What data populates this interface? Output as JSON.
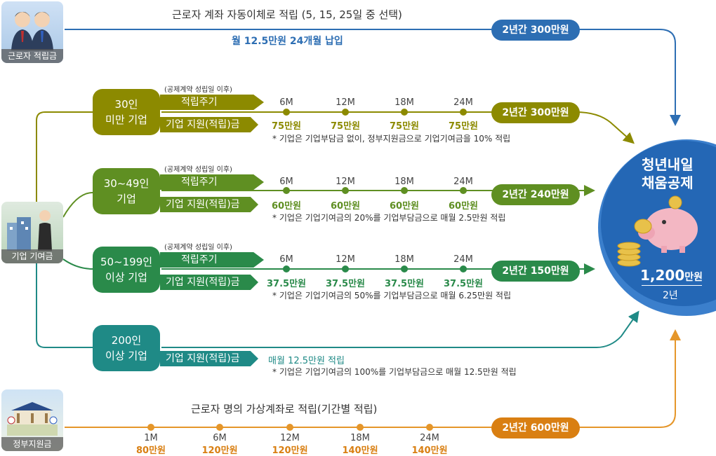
{
  "worker": {
    "icon_label": "근로자 적립금",
    "title": "근로자 계좌 자동이체로 적립 (5, 15, 25일 중 선택)",
    "subtitle": "월 12.5만원 24개월 납입",
    "total": "2년간 300만원"
  },
  "company": {
    "icon_label": "기업 기여금"
  },
  "government": {
    "icon_label": "정부지원금",
    "title": "근로자 명의 가상계좌로 적립(기간별 적립)",
    "ticks": [
      "1M",
      "6M",
      "12M",
      "18M",
      "24M"
    ],
    "amounts": [
      "80만원",
      "120만원",
      "120만원",
      "140만원",
      "140만원"
    ],
    "total": "2년간 600만원"
  },
  "labels": {
    "after_contract": "(공제계약 성립일 이후)",
    "cycle": "적립주기",
    "support": "기업 지원(적립)금"
  },
  "ticks": [
    "6M",
    "12M",
    "18M",
    "24M"
  ],
  "tiers": [
    {
      "line1": "30인",
      "line2": "미만 기업",
      "amounts": [
        "75만원",
        "75만원",
        "75만원",
        "75만원"
      ],
      "total": "2년간 300만원",
      "note": "* 기업은 기업부담금 없이, 정부지원금으로 기업기여금을 10% 적립",
      "color": "#8c8a00"
    },
    {
      "line1": "30~49인",
      "line2": "기업",
      "amounts": [
        "60만원",
        "60만원",
        "60만원",
        "60만원"
      ],
      "total": "2년간 240만원",
      "note": "* 기업은 기업기여금의 20%를 기업부담금으로 매월 2.5만원 적립",
      "color": "#5f8f22"
    },
    {
      "line1": "50~199인",
      "line2": "이상 기업",
      "amounts": [
        "37.5만원",
        "37.5만원",
        "37.5만원",
        "37.5만원"
      ],
      "total": "2년간 150만원",
      "note": "* 기업은 기업기여금의 50%를 기업부담금으로 매월 6.25만원 적립",
      "color": "#2a8a4a"
    },
    {
      "line1": "200인",
      "line2": "이상 기업",
      "monthly": "매월 12.5만원 적립",
      "note": "* 기업은 기업기여금의 100%를 기업부담금으로 매월 12.5만원 적립",
      "color": "#1f8a86"
    }
  ],
  "result": {
    "title1": "청년내일",
    "title2": "채움공제",
    "amount_num": "1,200",
    "amount_unit": "만원",
    "period": "2년"
  },
  "colors": {
    "worker": "#2d6eb3",
    "government": "#e5962a",
    "tier1": "#8c8a00",
    "tier2": "#5f8f22",
    "tier3": "#2a8a4a",
    "tier4": "#1f8a86",
    "result": "#2467b5"
  }
}
